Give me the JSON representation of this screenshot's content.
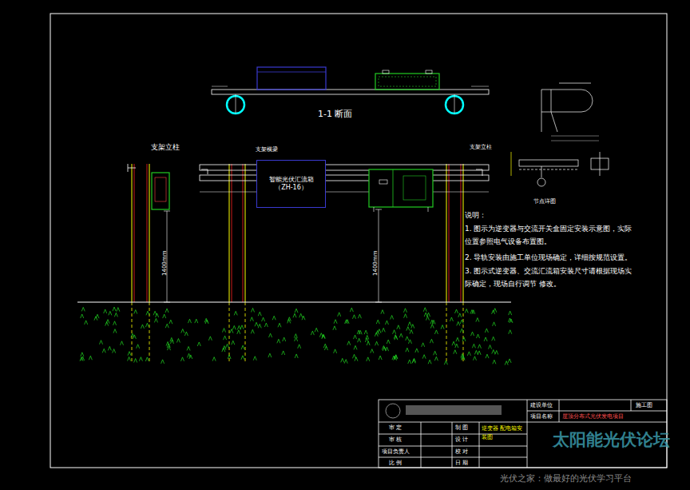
{
  "diagram": {
    "nodes": [
      {
        "text": [
          "智能光伏汇流箱（ZH-16）"
        ]
      }
    ],
    "labels": [
      "1-1 断面",
      "支架立柱",
      "支架横梁",
      "支架立柱",
      "1400mm",
      "1400mm",
      "说明：",
      "1. 图示为逆变器与交流开关盒固定安装示意图，实际位置参照电气设备布置图。",
      "2. 导轨安装由施工单位现场确定，详细按规范设置。",
      "3. 图示式逆变器、交流汇流箱安装尺寸请根据现场实际确定，现场自行调节 修改。",
      "节点详图",
      "建设单位",
      "施工图",
      "项目名称",
      "屋顶分布式光伏发电项目",
      "审 定",
      "审 核",
      "项目负责人",
      "比 例",
      "制 图",
      "设 计",
      "校 对",
      "日 期",
      "逆变器 配电箱安装图",
      "太阳能光伏论坛",
      "光伏之家：做最好的光伏学习平台"
    ]
  }
}
